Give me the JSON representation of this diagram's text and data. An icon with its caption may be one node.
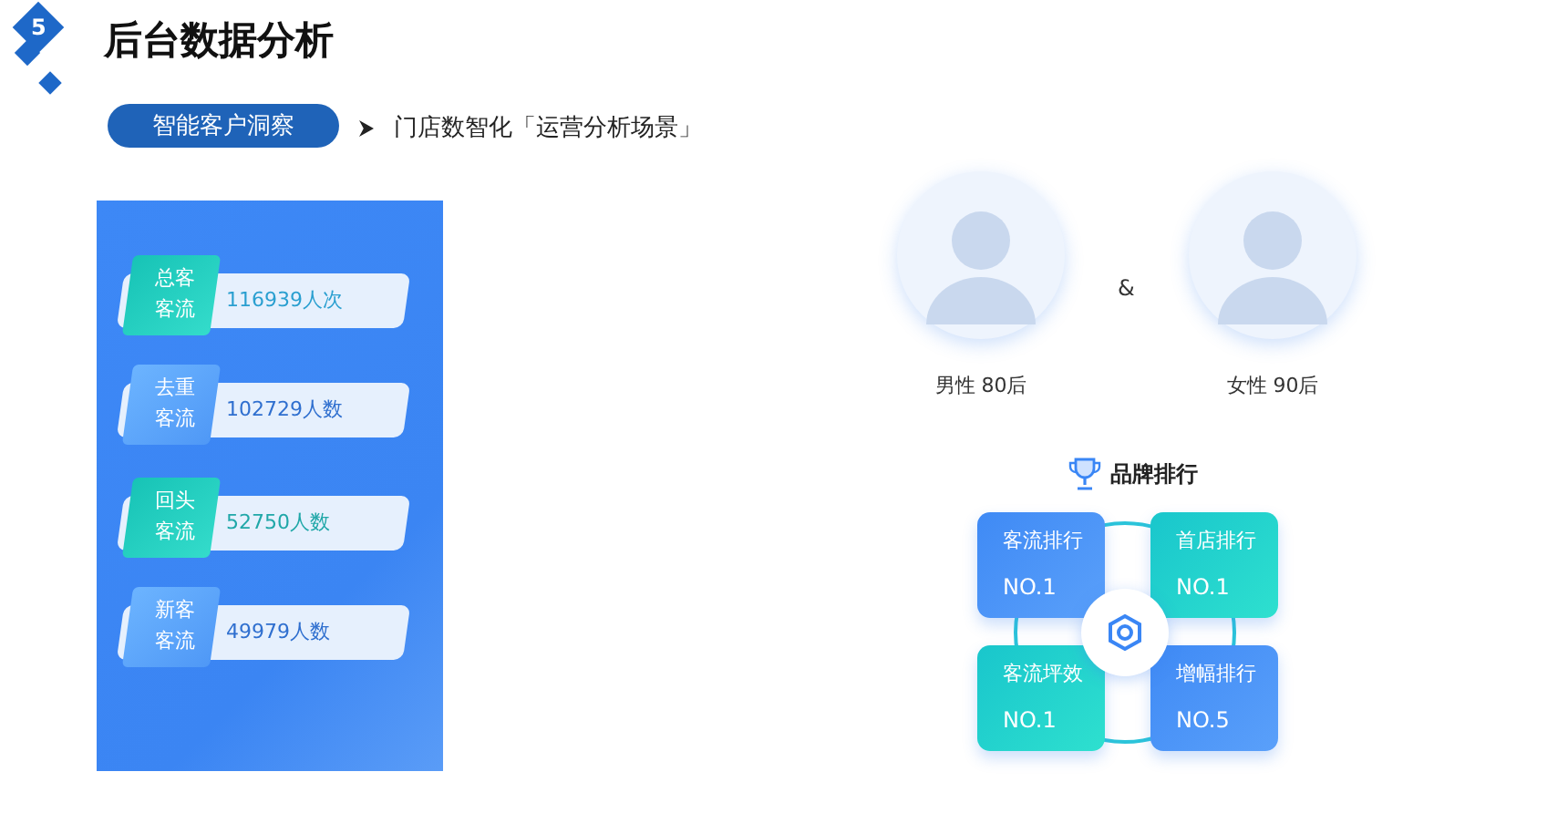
{
  "diagram": {
    "title": "后台数据分析",
    "nodes": [
      {
        "text": [
          "智能客户洞察"
        ]
      },
      {
        "text": [
          "总客客流",
          "116939人次"
        ]
      },
      {
        "text": [
          "去重客流",
          "102729人数"
        ]
      },
      {
        "text": [
          "回头客流",
          "52750人数"
        ]
      },
      {
        "text": [
          "新客客流",
          "49979人数"
        ]
      },
      {
        "text": [],
        "shape": "person",
        "beside": [
          "男性 80后"
        ]
      },
      {
        "text": [],
        "shape": "person",
        "beside": [
          "女性 90后"
        ]
      },
      {
        "text": [
          "客流排行",
          "NO.1"
        ]
      },
      {
        "text": [
          "首店排行",
          "NO.1"
        ]
      },
      {
        "text": [
          "客流坪效",
          "NO.1"
        ]
      },
      {
        "text": [
          "增幅排行",
          "NO.5"
        ]
      },
      {
        "text": [],
        "shape": "circle"
      }
    ],
    "labels": [
      "5",
      "门店数智化「运营分析场景」",
      "&",
      "品牌排行"
    ]
  }
}
